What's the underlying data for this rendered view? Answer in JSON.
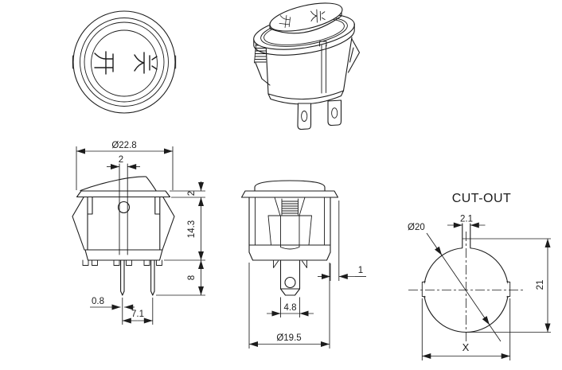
{
  "colors": {
    "line": "#1c1c1c",
    "background": "#ffffff"
  },
  "top_view": {
    "label_on": "开",
    "label_off": "关"
  },
  "perspective_view": {
    "label_on": "开",
    "label_off": "关"
  },
  "front_view": {
    "flange_diameter": "Ø22.8",
    "actuator_width": "2",
    "flange_thickness": "2",
    "body_height": "14.3",
    "terminal_length": "8",
    "terminal_thickness": "0.8",
    "terminal_pitch": "7.1"
  },
  "side_view": {
    "flange_overhang": "1",
    "terminal_width": "4.8",
    "body_diameter": "Ø19.5"
  },
  "cutout": {
    "title": "CUT-OUT",
    "hole_diameter": "Ø20",
    "notch_width": "2.1",
    "cutout_height": "21",
    "cutout_width": "X"
  }
}
